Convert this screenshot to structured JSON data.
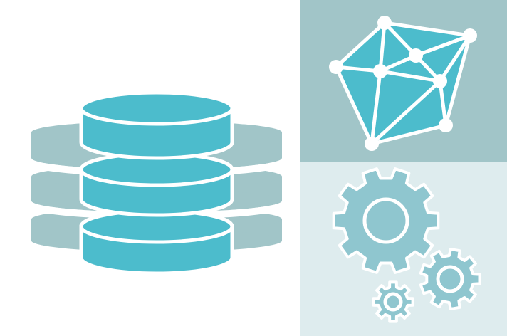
{
  "palette": {
    "primary_teal": "#4cbccc",
    "muted_teal": "#a1c5c8",
    "gear_fill": "#8fc6cf",
    "mesh_background": "#a1c5c8",
    "gears_background": "#deecee",
    "white": "#ffffff"
  },
  "panels": [
    {
      "name": "database-panel",
      "icon": "database-stack-icon"
    },
    {
      "name": "mesh-panel",
      "icon": "polyhedron-mesh-icon"
    },
    {
      "name": "gears-panel",
      "icon": "gears-icon"
    }
  ]
}
